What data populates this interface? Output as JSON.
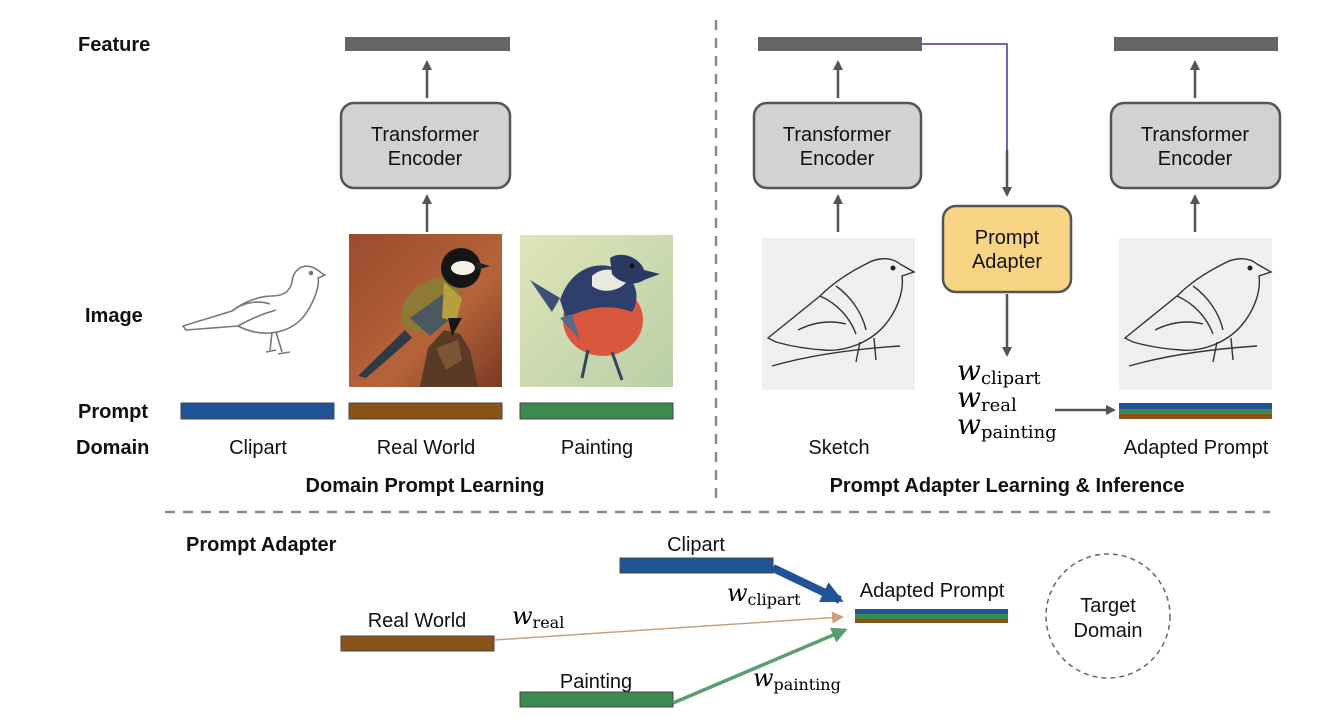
{
  "colors": {
    "clipart": "#1f5395",
    "real": "#8a5419",
    "painting": "#3b8a50",
    "feature": "#666666",
    "adapter_fill": "#f8d585",
    "encoder_fill": "#d2d2d2",
    "link_line": "#6b6bb5"
  },
  "row_labels": {
    "feature": "Feature",
    "image": "Image",
    "prompt": "Prompt",
    "domain": "Domain"
  },
  "left_panel": {
    "title": "Domain Prompt Learning",
    "encoder_line1": "Transformer",
    "encoder_line2": "Encoder",
    "domains": [
      "Clipart",
      "Real World",
      "Painting"
    ],
    "images": [
      "bird-outline-clipart",
      "bird-photo-real-world",
      "bird-painting"
    ]
  },
  "right_panel": {
    "title": "Prompt Adapter Learning & Inference",
    "encoder_line1": "Transformer",
    "encoder_line2": "Encoder",
    "adapter_line1": "Prompt",
    "adapter_line2": "Adapter",
    "sketch_label": "Sketch",
    "adapted_label": "Adapted Prompt",
    "weights": [
      {
        "w": "w",
        "sub": "clipart"
      },
      {
        "w": "w",
        "sub": "real"
      },
      {
        "w": "w",
        "sub": "painting"
      }
    ]
  },
  "bottom_panel": {
    "title": "Prompt Adapter",
    "clipart": "Clipart",
    "real": "Real World",
    "painting": "Painting",
    "adapted": "Adapted Prompt",
    "target_line1": "Target",
    "target_line2": "Domain",
    "w_clipart": {
      "w": "w",
      "sub": "clipart"
    },
    "w_real": {
      "w": "w",
      "sub": "real"
    },
    "w_painting": {
      "w": "w",
      "sub": "painting"
    }
  }
}
